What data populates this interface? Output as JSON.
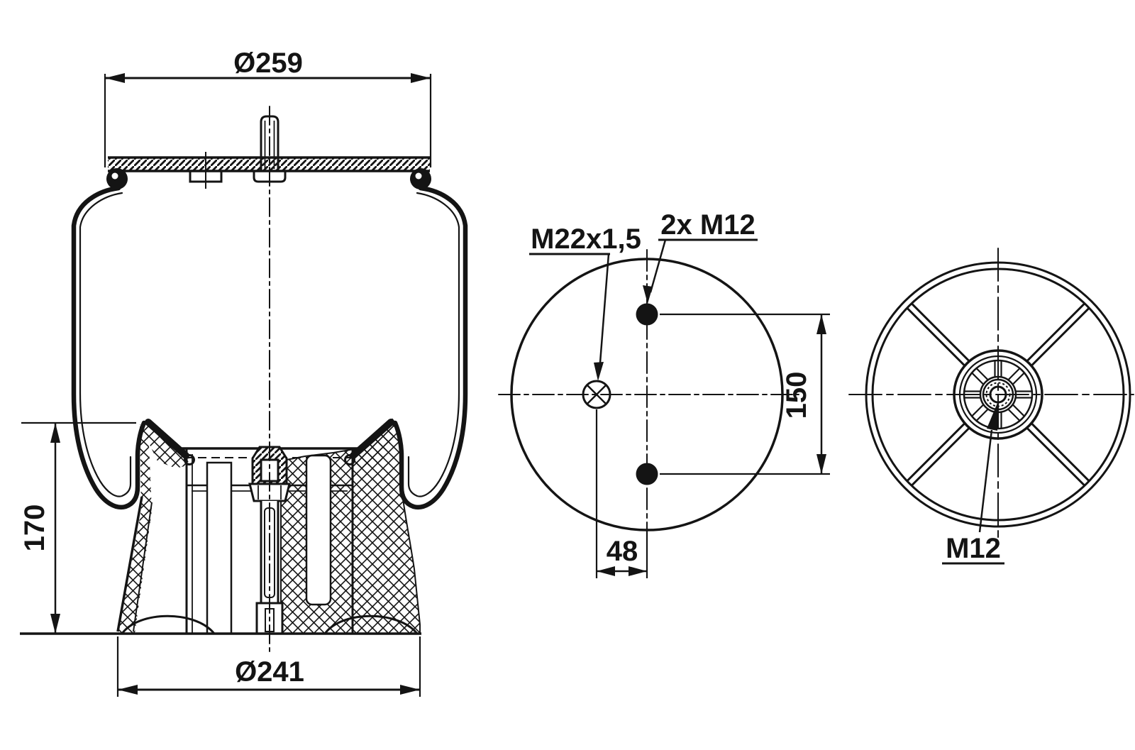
{
  "page": {
    "background": "#ffffff",
    "line_color": "#141414",
    "description": "Air spring (rolling-lobe air bellows) technical drawing with three orthographic views"
  },
  "views": {
    "side_section": {
      "name": "side cross-section view",
      "dims": {
        "top_plate_diameter": "Ø259",
        "piston_diameter": "Ø241",
        "piston_height": "170"
      }
    },
    "top_plan": {
      "name": "top plate plan view",
      "labels": {
        "air_port": "M22x1,5",
        "studs": "2x M12"
      },
      "dims": {
        "stud_spacing": "150",
        "port_offset": "48"
      }
    },
    "piston_bottom": {
      "name": "piston bottom wheel view",
      "labels": {
        "stud": "M12"
      }
    }
  }
}
